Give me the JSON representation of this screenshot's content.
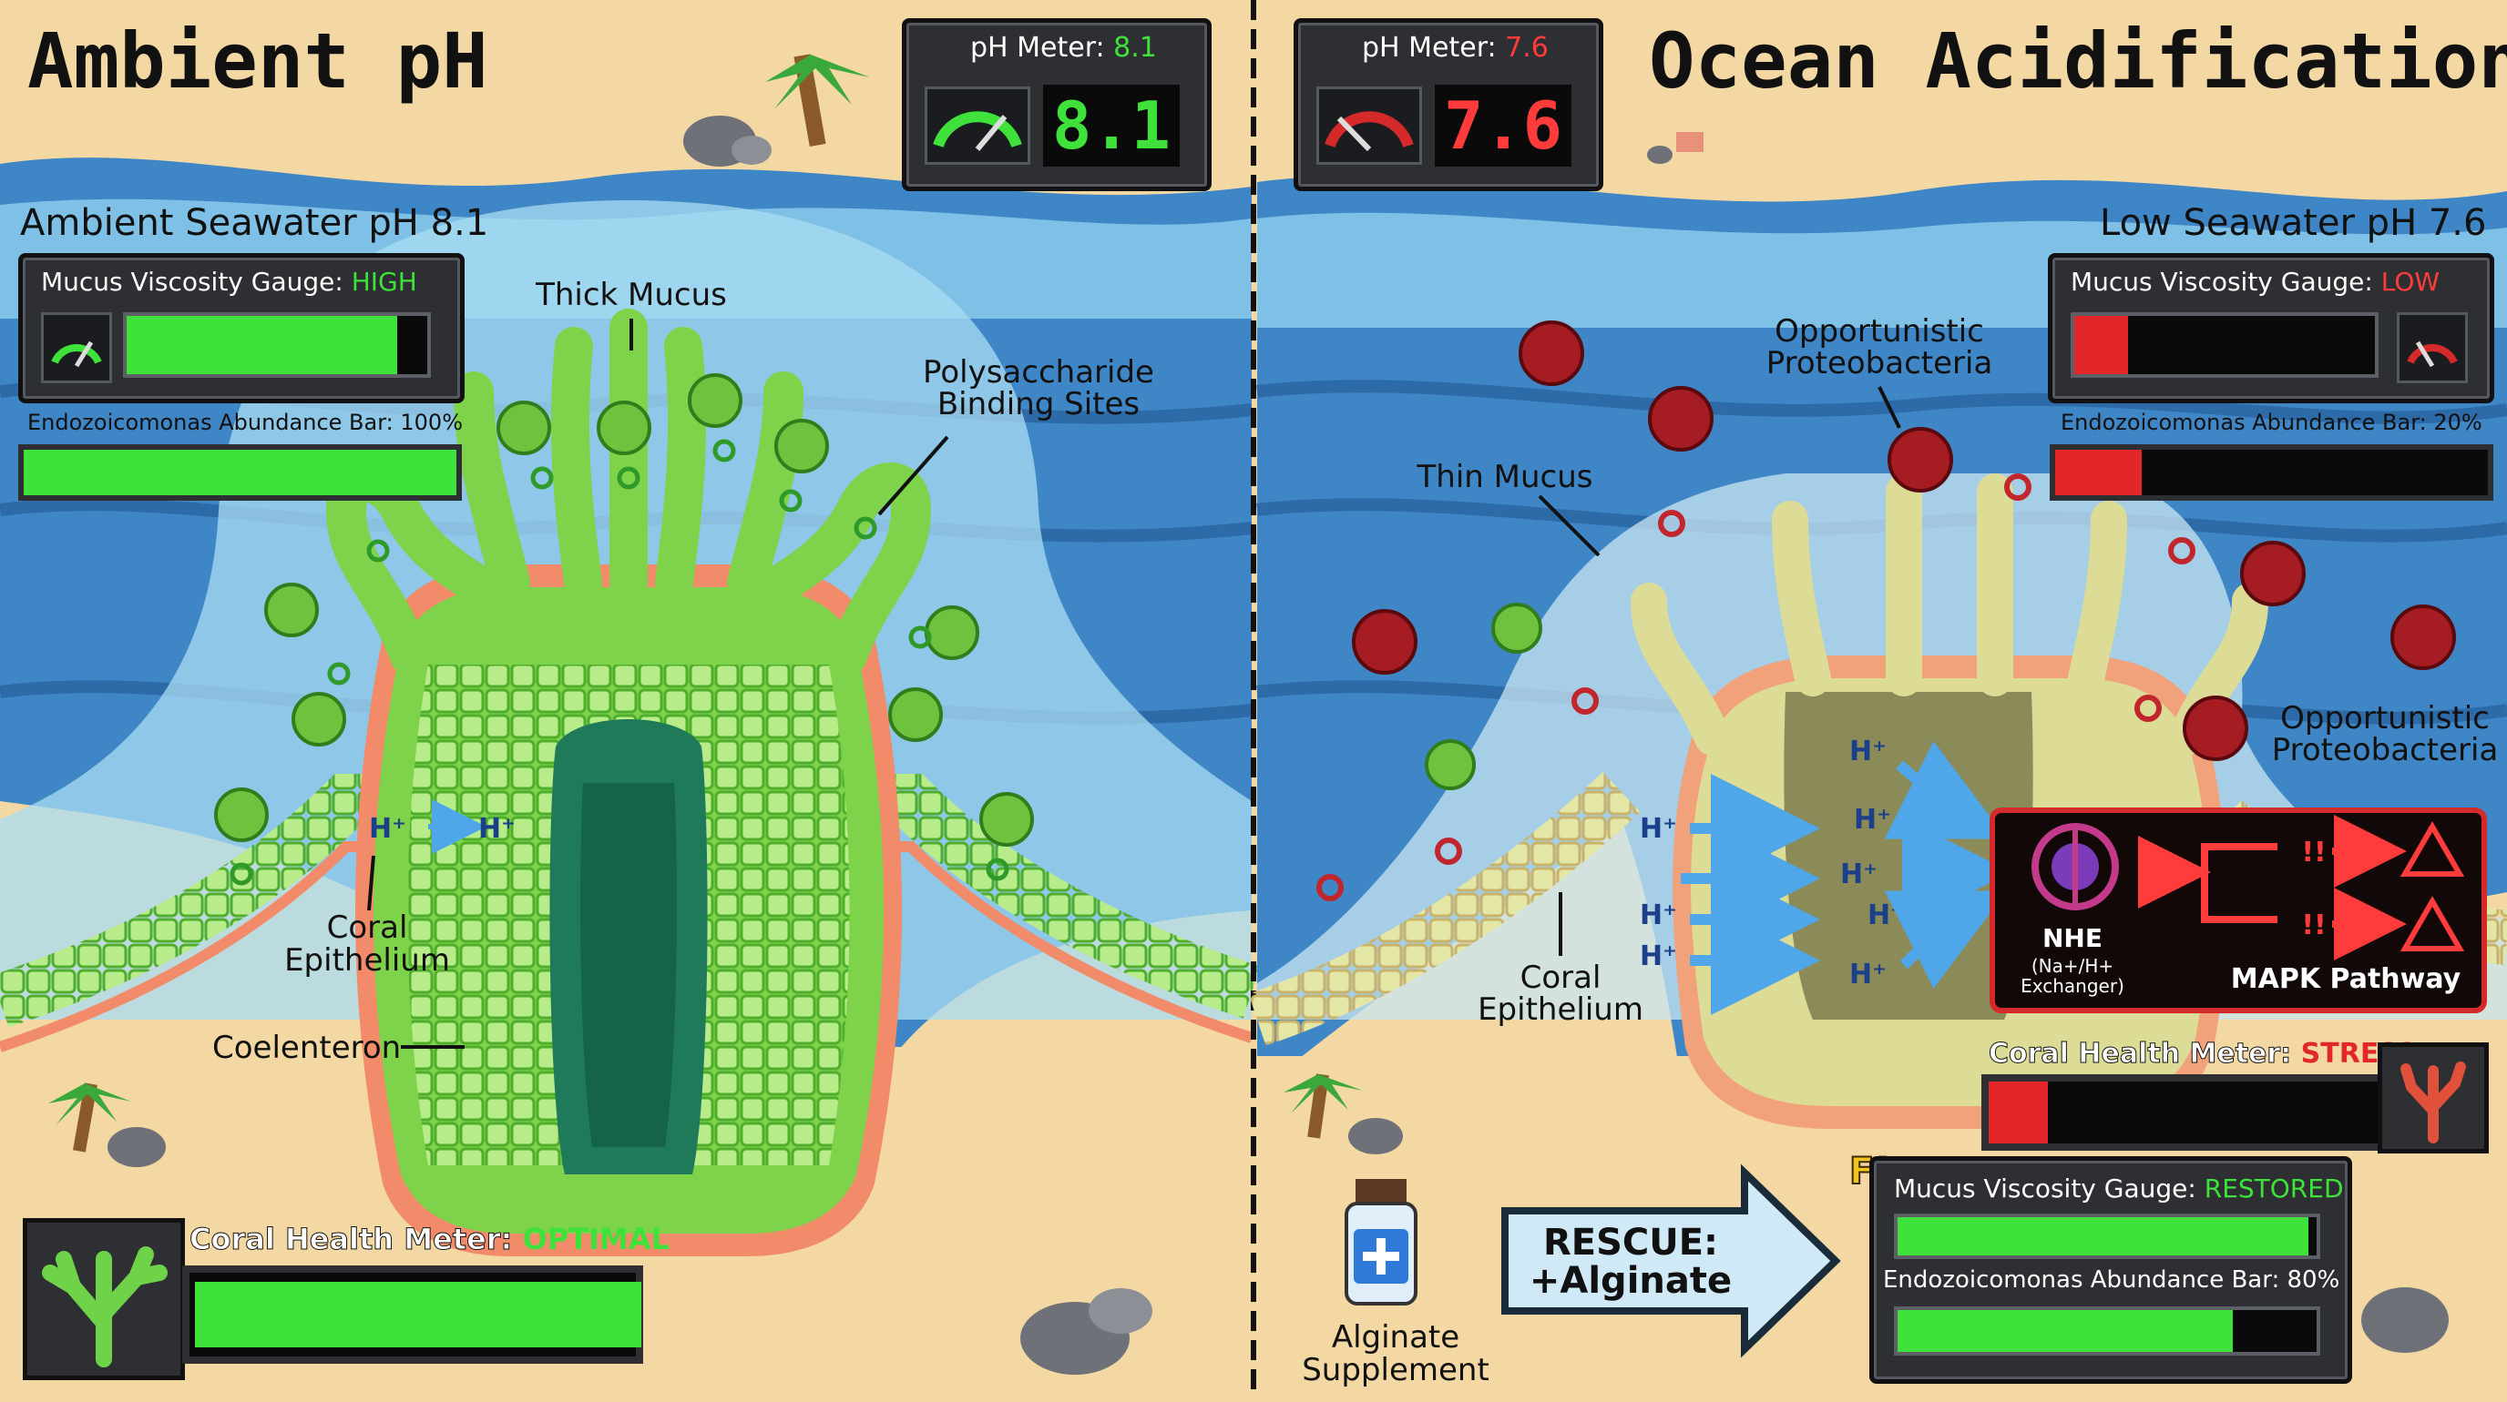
{
  "left": {
    "title": "Ambient pH",
    "ph_meter": {
      "label": "pH Meter:",
      "value_small": "8.1",
      "value_big": "8.1",
      "gauge_level": 0.8
    },
    "seawater_label": "Ambient Seawater pH 8.1",
    "mucus_gauge": {
      "label": "Mucus Viscosity Gauge:",
      "status": "HIGH",
      "level": 0.9
    },
    "abundance": {
      "label": "Endozoicomonas Abundance Bar: 100%",
      "level": 1.0
    },
    "labels": {
      "thick_mucus": "Thick Mucus",
      "poly_1": "Polysaccharide",
      "poly_2": "Binding Sites",
      "coral_1": "Coral",
      "coral_2": "Epithelium",
      "coelenteron": "Coelenteron",
      "proton_a": "H⁺",
      "proton_b": "H⁺"
    },
    "health": {
      "label": "Coral Health Meter:",
      "status": "OPTIMAL",
      "level": 1.0
    }
  },
  "right": {
    "title": "Ocean Acidification",
    "ph_meter": {
      "label": "pH Meter:",
      "value_small": "7.6",
      "value_big": "7.6",
      "gauge_level": 0.2
    },
    "seawater_label": "Low Seawater pH 7.6",
    "mucus_gauge": {
      "label": "Mucus Viscosity Gauge:",
      "status": "LOW",
      "level": 0.18
    },
    "abundance": {
      "label": "Endozoicomonas Abundance Bar: 20%",
      "level": 0.2
    },
    "labels": {
      "opp_1a": "Opportunistic",
      "opp_1b": "Proteobacteria",
      "opp_2a": "Opportunistic",
      "opp_2b": "Proteobacteria",
      "thin_mucus": "Thin Mucus",
      "coral_1": "Coral",
      "coral_2": "Epithelium",
      "proton": "H⁺"
    },
    "pathway": {
      "nhe": "NHE",
      "nhe_sub_1": "(Na+/H+",
      "nhe_sub_2": "Exchanger)",
      "mapk": "MAPK Pathway",
      "warn": "!!"
    },
    "health": {
      "label": "Coral Health Meter:",
      "status": "STRESSED",
      "level": 0.15
    },
    "rescue": {
      "line1": "RESCUE:",
      "line2": "+Alginate"
    },
    "supplement": {
      "line1": "Alginate",
      "line2": "Supplement"
    },
    "pop_text": "F!",
    "restored": {
      "mucus_label": "Mucus Viscosity Gauge:",
      "mucus_status": "RESTORED",
      "mucus_level": 0.98,
      "abundance_label": "Endozoicomonas Abundance Bar: 80%",
      "abundance_level": 0.8
    }
  },
  "colors": {
    "sand": "#f3d8a3",
    "ocean": "#3f86c7",
    "mucus": "#a9dcf2",
    "coral_healthy": "#7fd34a",
    "coral_stressed": "#d8d98a",
    "good": "#3ee23a",
    "bad": "#e2262a",
    "panel": "#2d2f33"
  }
}
